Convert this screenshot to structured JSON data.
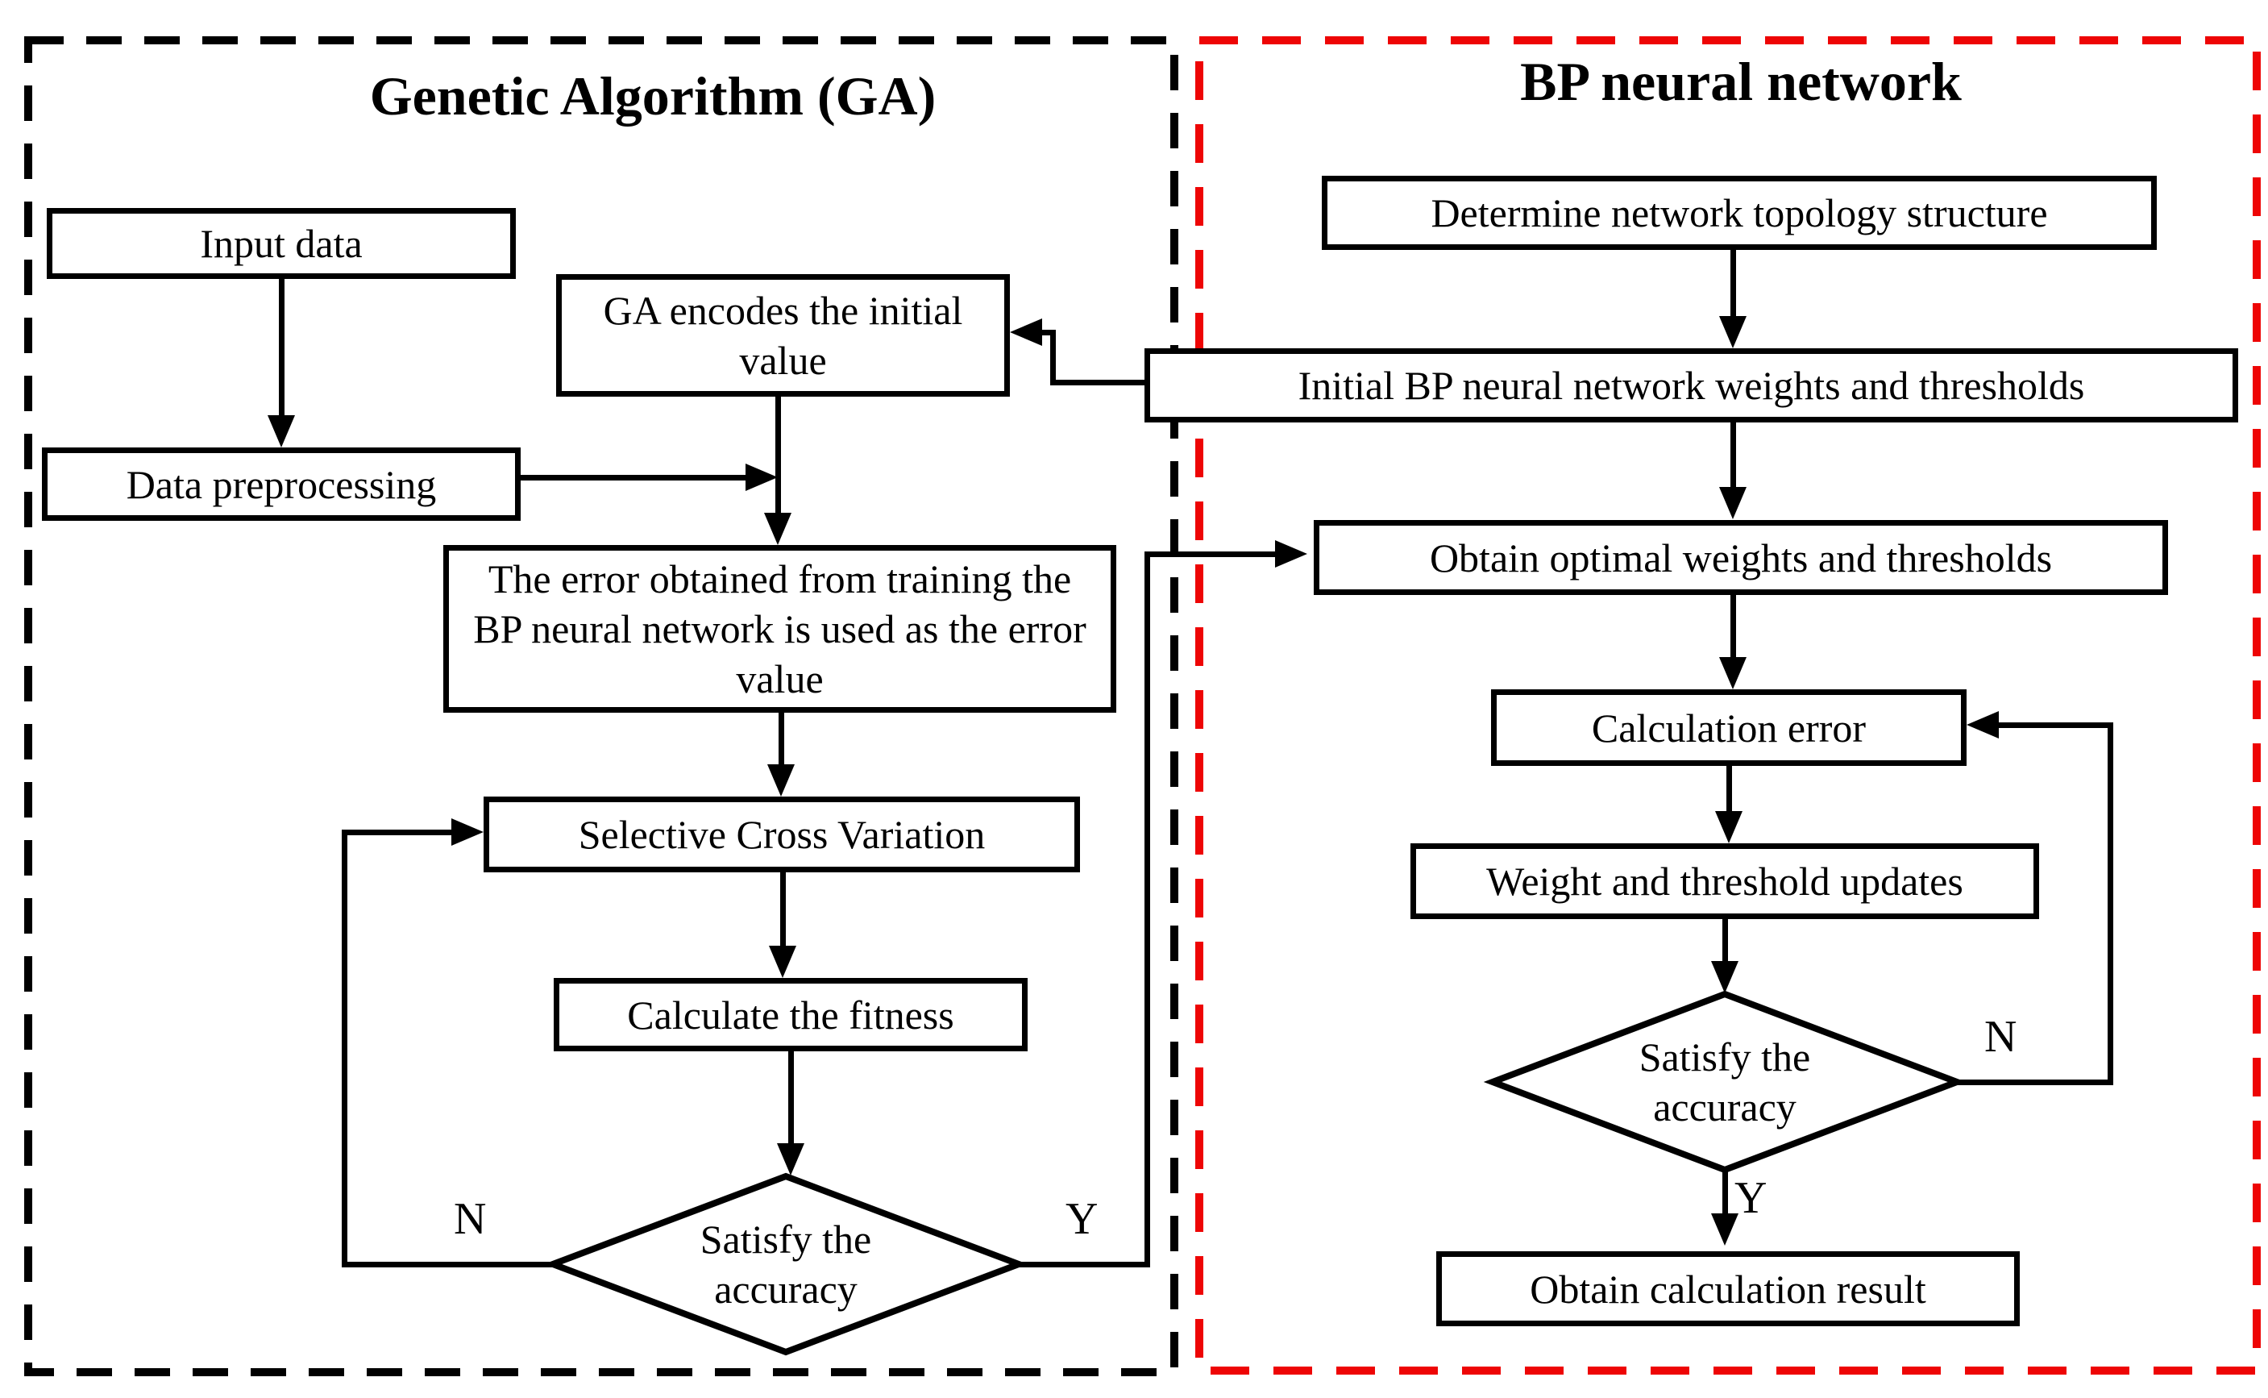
{
  "panels": {
    "left": {
      "title": "Genetic Algorithm (GA)",
      "border_color": "#000000"
    },
    "right": {
      "title": "BP neural network",
      "border_color": "#ee0505"
    }
  },
  "nodes": {
    "input_data": "Input data",
    "data_preprocessing": "Data preprocessing",
    "ga_encodes": "GA encodes the initial value",
    "error_value": "The error obtained from training the BP neural network is used as the error value",
    "selective_cross_variation": "Selective Cross Variation",
    "calculate_fitness": "Calculate the fitness",
    "ga_decision": "Satisfy the accuracy",
    "determine_topology": "Determine network topology structure",
    "initial_weights": "Initial BP neural network weights and thresholds",
    "obtain_optimal": "Obtain optimal weights and thresholds",
    "calculation_error": "Calculation error",
    "weight_updates": "Weight and threshold updates",
    "bp_decision": "Satisfy the accuracy",
    "obtain_result": "Obtain calculation result"
  },
  "branch_labels": {
    "ga_no": "N",
    "ga_yes": "Y",
    "bp_no": "N",
    "bp_yes": "Y"
  }
}
